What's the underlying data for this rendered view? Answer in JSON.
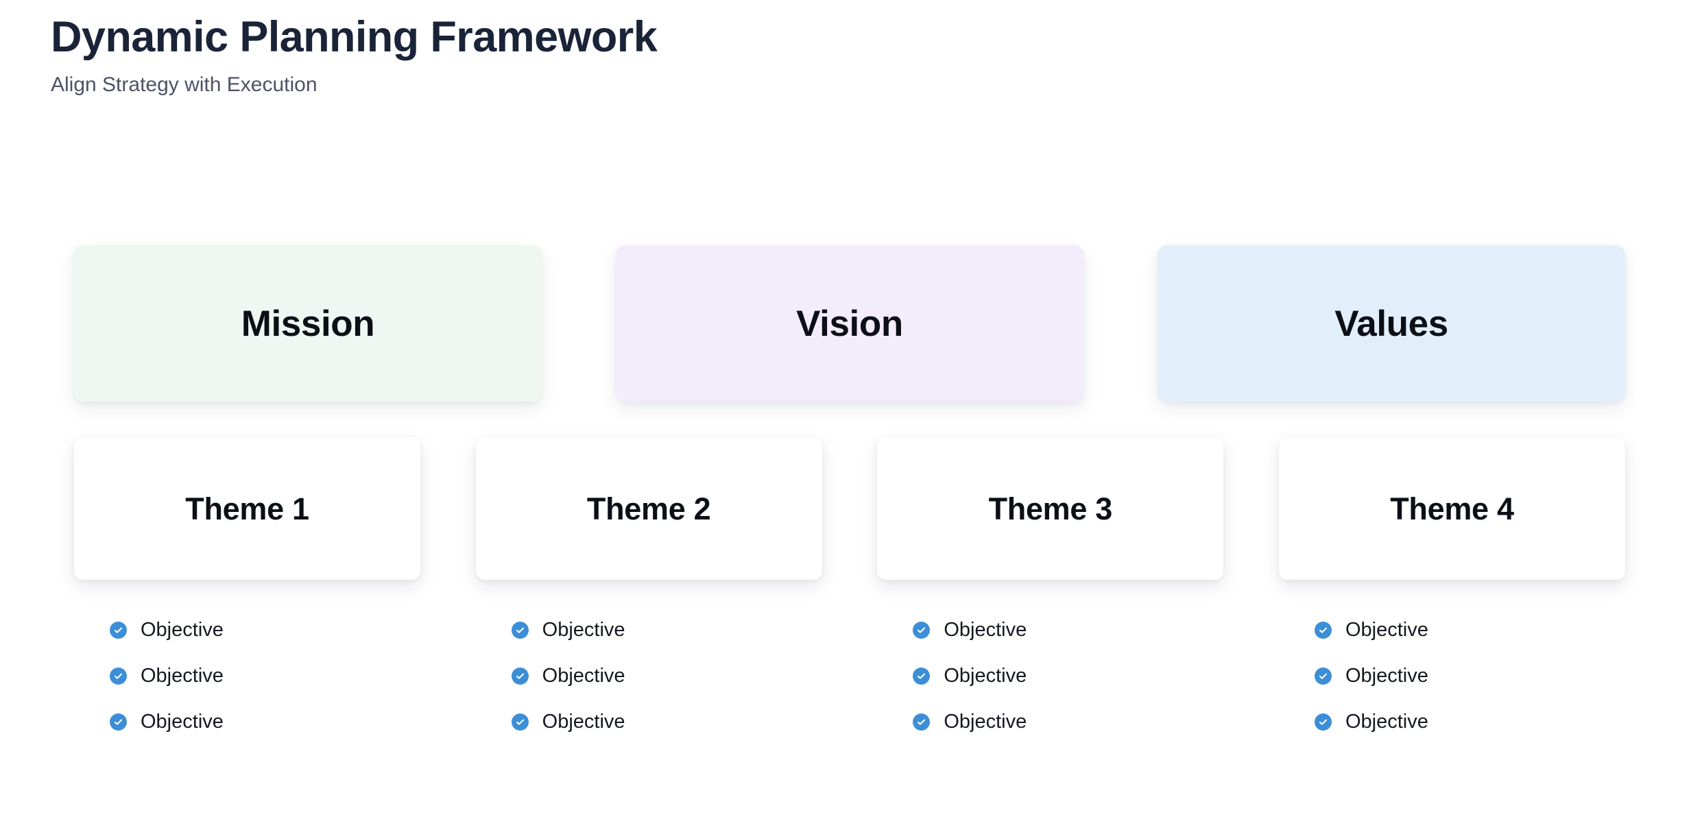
{
  "header": {
    "title": "Dynamic Planning Framework",
    "subtitle": "Align Strategy with Execution"
  },
  "colors": {
    "title_text": "#1b2338",
    "subtitle_text": "#4c5364",
    "card_text": "#0c0f16",
    "check_blue": "#3c8ed7",
    "page_background": "#ffffff",
    "mission_background": "#eef7f2",
    "vision_background": "#f3ecfb",
    "values_background": "#e2effa",
    "theme_background": "#ffffff"
  },
  "pillars": [
    {
      "label": "Mission",
      "background": "#eef7f2"
    },
    {
      "label": "Vision",
      "background": "#f3ecfb"
    },
    {
      "label": "Values",
      "background": "#e2effa"
    }
  ],
  "themes": [
    {
      "label": "Theme 1"
    },
    {
      "label": "Theme 2"
    },
    {
      "label": "Theme 3"
    },
    {
      "label": "Theme 4"
    }
  ],
  "objective_columns": [
    {
      "items": [
        {
          "label": "Objective"
        },
        {
          "label": "Objective"
        },
        {
          "label": "Objective"
        }
      ]
    },
    {
      "items": [
        {
          "label": "Objective"
        },
        {
          "label": "Objective"
        },
        {
          "label": "Objective"
        }
      ]
    },
    {
      "items": [
        {
          "label": "Objective"
        },
        {
          "label": "Objective"
        },
        {
          "label": "Objective"
        }
      ]
    },
    {
      "items": [
        {
          "label": "Objective"
        },
        {
          "label": "Objective"
        },
        {
          "label": "Objective"
        }
      ]
    }
  ],
  "icons": {
    "check": "check-circle-icon"
  }
}
